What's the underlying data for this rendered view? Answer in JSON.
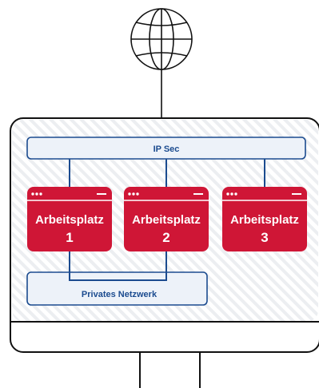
{
  "ip_sec": {
    "label": "IP Sec"
  },
  "private_network": {
    "label": "Privates Netzwerk"
  },
  "workstations": [
    {
      "title": "Arbeitsplatz",
      "number": "1"
    },
    {
      "title": "Arbeitsplatz",
      "number": "2"
    },
    {
      "title": "Arbeitsplatz",
      "number": "3"
    }
  ],
  "icons": {
    "internet": "globe-icon",
    "window_dots": "window-dots-icon",
    "window_minimize": "minimize-icon"
  },
  "colors": {
    "workstation": "#cf1636",
    "box_stroke": "#1b4b8f",
    "box_fill": "#edf2f9",
    "monitor_stroke": "#111111"
  }
}
